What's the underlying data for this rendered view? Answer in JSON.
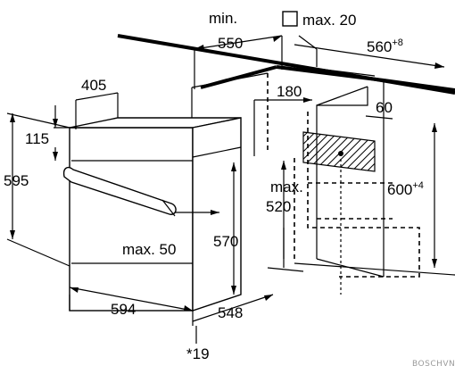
{
  "dimensions": {
    "min_label": "min.",
    "width_550": "550",
    "max_20": "max. 20",
    "width_560": "560",
    "width_560_tol": "+8",
    "width_405": "405",
    "depth_180": "180",
    "depth_60": "60",
    "height_115": "115",
    "height_595": "595",
    "max_label": "max.",
    "depth_520": "520",
    "height_600": "600",
    "height_600_tol": "+4",
    "max_50": "max. 50",
    "height_570": "570",
    "width_594": "594",
    "depth_548": "548",
    "note_19": "*19"
  },
  "watermark": "BOSCHVN",
  "icons": {
    "square": "square-outline-icon"
  }
}
